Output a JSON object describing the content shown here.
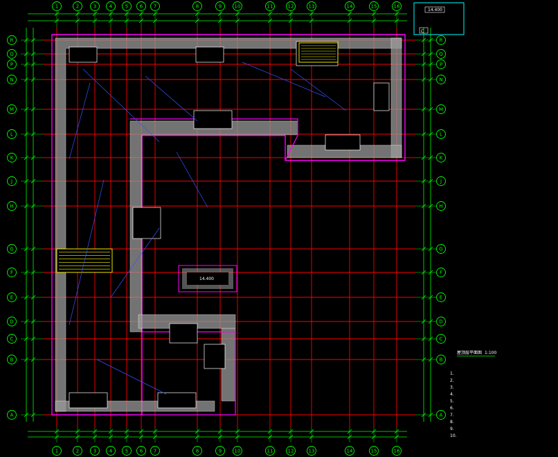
{
  "colors": {
    "background": "#000000",
    "grid_line": "#ff0000",
    "roof_outline": "#ff00ff",
    "dimension": "#00ff00",
    "parapet_fill": "#9a9a9a",
    "text": "#ffffff",
    "leader": "#3355ff",
    "stair": "#ffff00"
  },
  "axes": {
    "top_labels": [
      "1",
      "2",
      "3",
      "4",
      "5",
      "6",
      "7",
      "8",
      "9",
      "10",
      "11",
      "12",
      "13",
      "14",
      "15",
      "16"
    ],
    "side_labels": [
      "R",
      "Q",
      "P",
      "N",
      "M",
      "L",
      "K",
      "J",
      "H",
      "G",
      "F",
      "E",
      "D",
      "C",
      "B",
      "A"
    ]
  },
  "drawing": {
    "title": "屋顶层平面图",
    "scale": "1:100",
    "notes": [
      "1.",
      "2.",
      "3.",
      "4.",
      "5.",
      "6.",
      "7.",
      "8.",
      "9.",
      "10."
    ]
  },
  "callouts": {
    "keyplan_label": "C",
    "elevation_a": "14.400",
    "elevation_b": "14.400"
  }
}
